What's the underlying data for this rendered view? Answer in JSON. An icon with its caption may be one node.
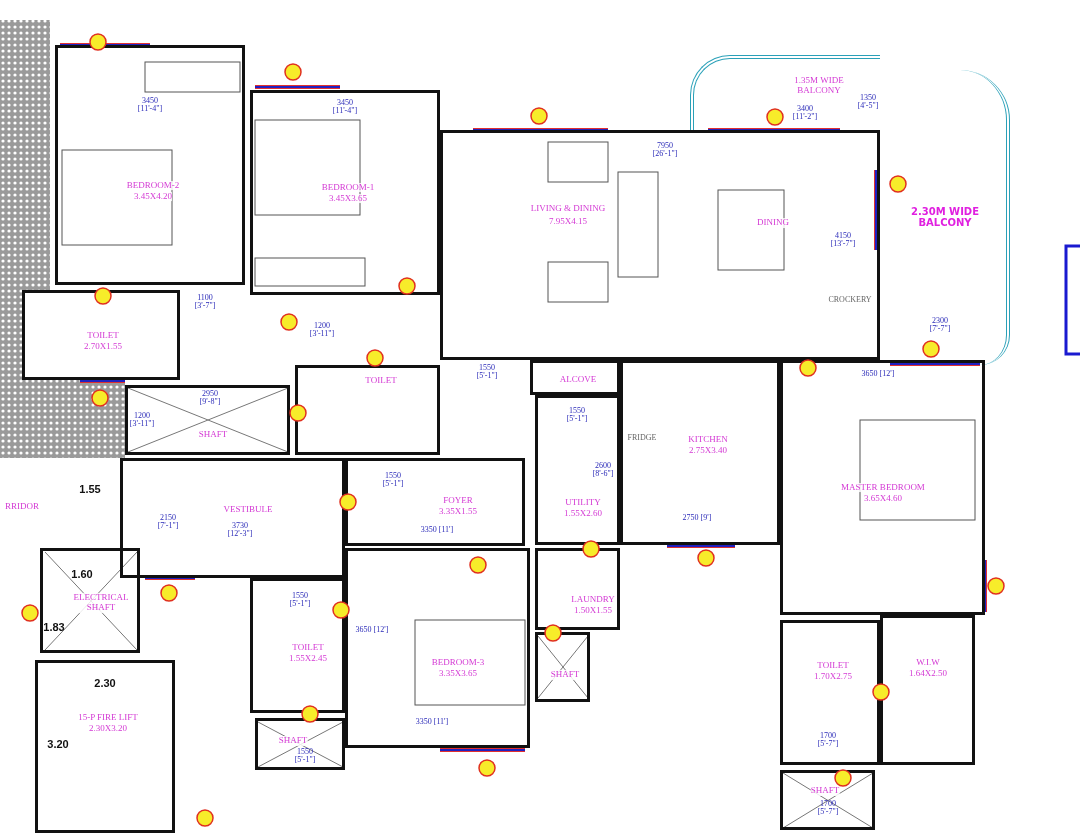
{
  "diagram": {
    "nodes": [
      {
        "text": [
          "BEDROOM-2",
          "3.45X4.20"
        ]
      },
      {
        "text": [
          "BEDROOM-1",
          "3.45X3.65"
        ]
      },
      {
        "text": [
          "LIVING & DINING",
          "7.95X4.15",
          "DINING"
        ]
      },
      {
        "text": [
          "1.35M WIDE BALCONY"
        ]
      },
      {
        "text": [
          "2.30M WIDE BALCONY"
        ]
      },
      {
        "text": [
          "TOILET",
          "2.70X1.55"
        ]
      },
      {
        "text": [
          "TOILET"
        ]
      },
      {
        "text": [
          "SHAFT"
        ]
      },
      {
        "text": [
          "VESTIBULE"
        ]
      },
      {
        "text": [
          "ELECTRICAL SHAFT"
        ]
      },
      {
        "text": [
          "15-P FIRE LIFT",
          "2.30X3.20"
        ]
      },
      {
        "text": [
          "FOYER",
          "3.35X1.55"
        ]
      },
      {
        "text": [
          "TOILET",
          "1.55X2.45"
        ]
      },
      {
        "text": [
          "SHAFT"
        ]
      },
      {
        "text": [
          "BEDROOM-3",
          "3.35X3.65"
        ]
      },
      {
        "text": [
          "ALCOVE"
        ]
      },
      {
        "text": [
          "KITCHEN",
          "2.75X3.40"
        ]
      },
      {
        "text": [
          "UTILITY",
          "1.55X2.60"
        ]
      },
      {
        "text": [
          "LAUNDRY",
          "1.50X1.55"
        ]
      },
      {
        "text": [
          "SHAFT"
        ]
      },
      {
        "text": [
          "MASTER BEDROOM",
          "3.65X4.60"
        ]
      },
      {
        "text": [
          "W.I.W",
          "1.64X2.50"
        ]
      },
      {
        "text": [
          "TOILET",
          "1.70X2.75"
        ]
      },
      {
        "text": [
          "SHAFT"
        ]
      }
    ],
    "labels": [
      "3450 [11'-4\"]",
      "3450 [11'-4\"]",
      "1100 [3'-7\"]",
      "1200 [3'-11\"]",
      "2950 [9'-8\"]",
      "1200 [3'-11\"]",
      "7950 [26'-1\"]",
      "3400 [11'-2\"]",
      "1350 [4'-5\"]",
      "4150 [13'-7\"]",
      "2300 [7'-7\"]",
      "3650 [12']",
      "1550 [5'-1\"]",
      "1550 [5'-1\"]",
      "2600 [8'-6\"]",
      "2750 [9']",
      "1.55",
      "1.60",
      "1.83",
      "2.30",
      "3.20",
      "2150 [7'-1\"]",
      "3730 [12'-3\"]",
      "1550 [5'-1\"]",
      "3350 [11']",
      "1550 [5'-1\"]",
      "3650 [12']",
      "3350 [11']",
      "1550 [5'-1\"]",
      "1700 [5'-7\"]",
      "1700 [5'-7\"]",
      "RRIDOR",
      "CROCKERY",
      "FRIDGE"
    ]
  }
}
